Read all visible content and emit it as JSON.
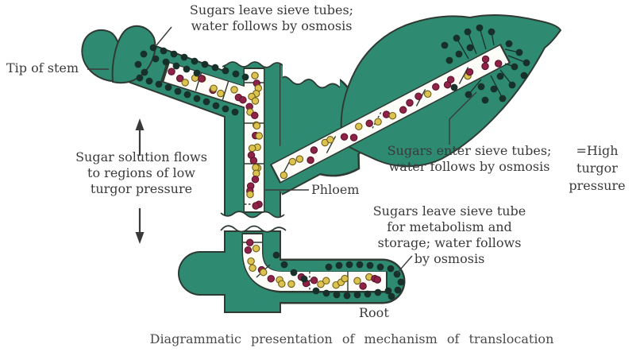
{
  "colors": {
    "teal": "#2F8A72",
    "outline": "#2F3A33",
    "tube": "#FDFCF8",
    "maroon": "#8E2347",
    "maroon_edge": "#5C152F",
    "yellow": "#DCC24F",
    "yellow_edge": "#6F5E18",
    "black_dot": "#17302A",
    "line": "#3A3A3A",
    "text": "#3A3A3A",
    "caption": "#4A4A4A"
  },
  "labels": {
    "top": "Sugars leave sieve tubes;\nwater follows by osmosis",
    "tip_of_stem": "Tip of stem",
    "sugar_solution": "Sugar solution flows\nto regions of low\nturgor pressure",
    "phloem": "Phloem",
    "sugars_enter": "Sugars enter sieve tubes;\nwater follows by osmosis",
    "high_turgor": "=High\nturgor\npressure",
    "sugars_leave_root": "Sugars leave sieve tube\nfor metabolism and\nstorage; water follows\nby osmosis",
    "root": "Root",
    "caption": "Diagrammatic presentation of mechanism of translocation"
  }
}
